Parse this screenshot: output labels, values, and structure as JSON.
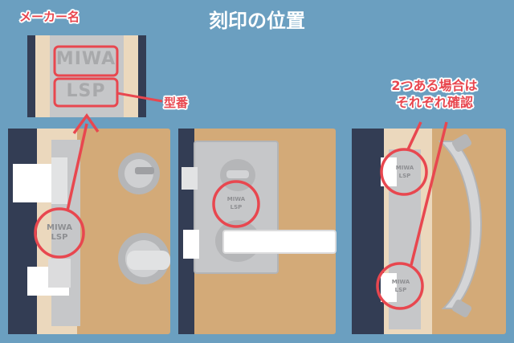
{
  "title": "刻印の位置",
  "callouts": {
    "maker_label": "メーカー名",
    "model_label": "型番",
    "two_places_line1": "2つある場合は",
    "two_places_line2": "それぞれ確認"
  },
  "stamp": {
    "maker": "MIWA",
    "model": "LSP"
  },
  "colors": {
    "background": "#6b9fc0",
    "door_wood": "#d3aa78",
    "door_frame": "#333d54",
    "metal_plate": "#c6c7c9",
    "highlight_red": "#e8474f"
  }
}
